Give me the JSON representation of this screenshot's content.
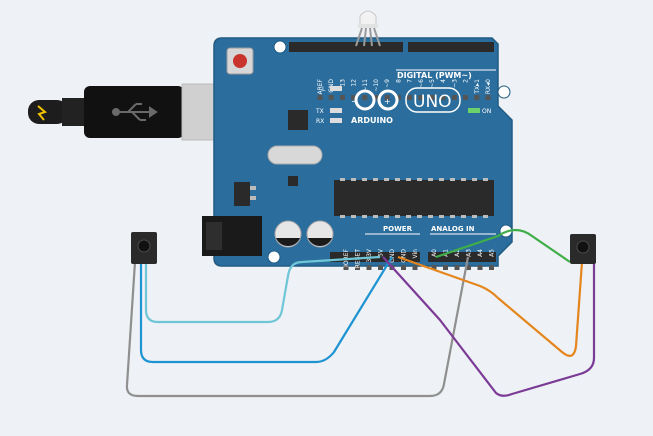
{
  "board": {
    "brand": "ARDUINO",
    "model": "UNO",
    "digital_header": "DIGITAL (PWM~)",
    "power_header": "POWER",
    "analog_header": "ANALOG IN",
    "on_label": "ON",
    "led_l": "L",
    "led_tx": "TX",
    "led_rx": "RX",
    "digital_pins": [
      "AREF",
      "GND",
      "13",
      "12",
      "~11",
      "~10",
      "~9",
      "8",
      "7",
      "~6",
      "~5",
      "4",
      "~3",
      "2",
      "TX▸1",
      "RX◂0"
    ],
    "power_pins": [
      "IOREF",
      "RESET",
      "3.3V",
      "5V",
      "GND",
      "GND",
      "Vin"
    ],
    "analog_pins": [
      "A0",
      "A1",
      "A2",
      "A3",
      "A4",
      "A5"
    ]
  },
  "colors": {
    "board": "#2b6e9d",
    "board_edge": "#1f5a83",
    "header": "#2a2a2a",
    "wire_lightblue": "#6ec6d6",
    "wire_blue": "#1d93d1",
    "wire_gray": "#8f8f8f",
    "wire_purple": "#7b3a96",
    "wire_orange": "#e5861d",
    "wire_green": "#3fae49"
  }
}
